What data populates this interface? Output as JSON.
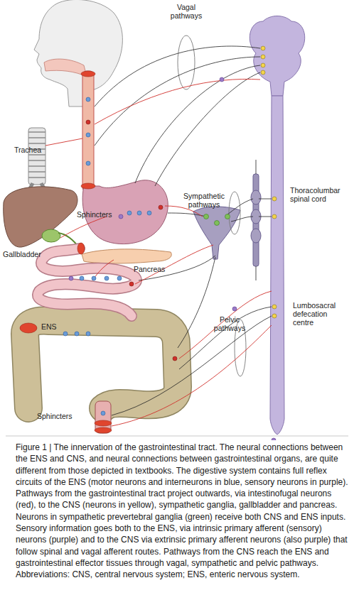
{
  "diagram": {
    "caption": "Figure 1 | The innervation of the gastrointestinal tract. The neural connections between the ENS and CNS, and neural connections between gastrointestinal organs, are quite different from those depicted in textbooks. The digestive system contains full reflex circuits of the ENS (motor neurons and interneurons in blue, sensory neurons in purple). Pathways from the gastrointestinal tract project outwards, via intestinofugal neurons (red), to the CNS (neurons in yellow), sympathetic ganglia, gallbladder and pancreas. Neurons in sympathetic prevertebral ganglia (green) receive both CNS and ENS inputs. Sensory information goes both to the ENS, via intrinsic primary afferent (sensory) neurons (purple) and to the CNS via extrinsic primary afferent neurons (also purple) that follow spinal and vagal afferent routes. Pathways from the CNS reach the ENS and gastrointestinal effector tissues through vagal, sympathetic and pelvic pathways. Abbreviations: CNS, central nervous system; ENS, enteric nervous system.",
    "labels": [
      "Vagal pathways",
      "Trachea",
      "Sphincters",
      "Sympathetic pathways",
      "Thoracolumbar spinal cord",
      "Gallbladder",
      "Pancreas",
      "ENS",
      "Lumbosacral defecation centre",
      "Pelvic pathways",
      "Sphincters"
    ]
  }
}
